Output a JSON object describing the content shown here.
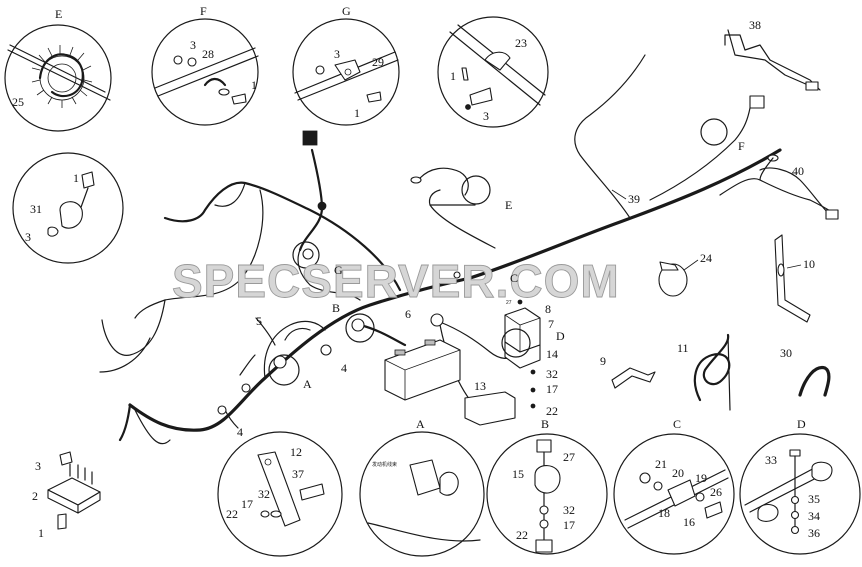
{
  "watermark": "SPECSERVER.COM",
  "detail_labels": {
    "E": "E",
    "F": "F",
    "G": "G",
    "A": "A",
    "B": "B",
    "C": "C",
    "D": "D"
  },
  "callouts_main": {
    "ref_E": "E",
    "ref_F": "F",
    "ref_G": "G",
    "ref_A": "A",
    "ref_B": "B",
    "ref_C": "C",
    "ref_D": "D",
    "n39": "39",
    "n38": "38",
    "n40": "40",
    "n24": "24",
    "n10": "10",
    "n9": "9",
    "n11": "11",
    "n30": "30",
    "n8": "8",
    "n27": "27",
    "n7": "7",
    "n14": "14",
    "n32": "32",
    "n17": "17",
    "n22": "22",
    "n13": "13",
    "n6": "6",
    "n5": "5",
    "n4a": "4",
    "n4b": "4",
    "n2": "2",
    "n3": "3",
    "n1": "1"
  },
  "detail_E": {
    "n25": "25"
  },
  "detail_F": {
    "n3": "3",
    "n28": "28",
    "n1": "1"
  },
  "detail_G": {
    "n3": "3",
    "n29": "29",
    "n1": "1"
  },
  "detail_23": {
    "n23": "23",
    "n1": "1",
    "n3": "3"
  },
  "detail_31": {
    "n1": "1",
    "n31": "31",
    "n3": "3"
  },
  "detail_12": {
    "n12": "12",
    "n37": "37",
    "n17": "17",
    "n32": "32",
    "n22": "22"
  },
  "detail_A": {
    "tag": "发动机线束"
  },
  "detail_B": {
    "n27": "27",
    "n15": "15",
    "n32": "32",
    "n17": "17",
    "n22": "22"
  },
  "detail_C": {
    "n21": "21",
    "n20": "20",
    "n19": "19",
    "n26": "26",
    "n18": "18",
    "n16": "16"
  },
  "detail_D": {
    "n33": "33",
    "n35": "35",
    "n34": "34",
    "n36": "36"
  }
}
